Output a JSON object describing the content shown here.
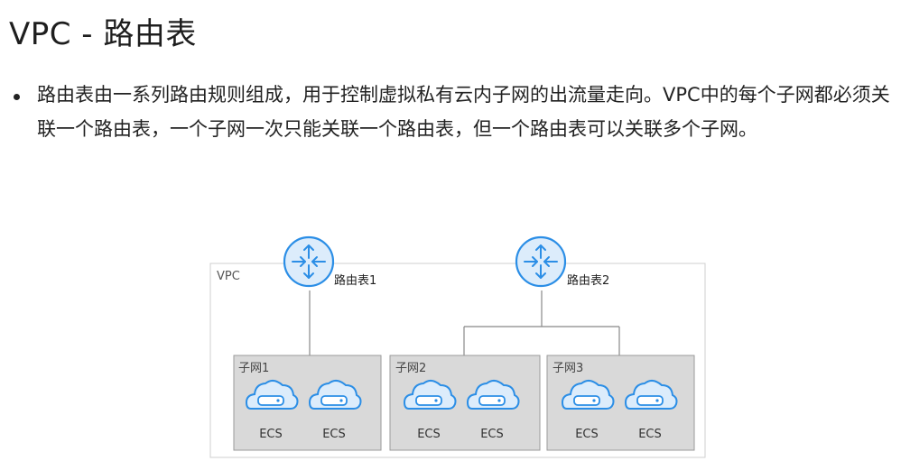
{
  "page": {
    "title": "VPC - 路由表",
    "bullet_text": "路由表由一系列路由规则组成，用于控制虚拟私有云内子网的出流量走向。VPC中的每个子网都必须关联一个路由表，一个子网一次只能关联一个路由表，但一个路由表可以关联多个子网。"
  },
  "diagram": {
    "vpc_label": "VPC",
    "route_tables": [
      {
        "label": "路由表1"
      },
      {
        "label": "路由表2"
      }
    ],
    "subnets": [
      {
        "label": "子网1",
        "ecs": [
          "ECS",
          "ECS"
        ]
      },
      {
        "label": "子网2",
        "ecs": [
          "ECS",
          "ECS"
        ]
      },
      {
        "label": "子网3",
        "ecs": [
          "ECS",
          "ECS"
        ]
      }
    ],
    "colors": {
      "accent": "#2b8ee6",
      "icon_fill": "#dcecfb",
      "subnet_fill": "#d9d9d9",
      "line": "#888888"
    }
  }
}
